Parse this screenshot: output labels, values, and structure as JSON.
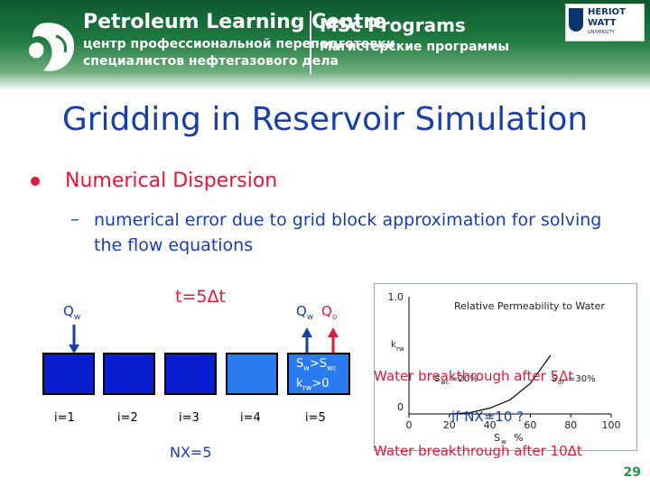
{
  "header": {
    "org_title": "Petroleum Learning Centre",
    "org_sub1": "центр профессиональной переподготовки",
    "org_sub2": "специалистов нефтегазового дела",
    "program_title": "MSc Programs",
    "program_sub": "Магистерские программы",
    "university_logo": {
      "line1": "HERIOT",
      "line2": "WATT",
      "line3": "UNIVERSITY"
    }
  },
  "slide": {
    "title": "Gridding in Reservoir Simulation",
    "bullet": "Numerical Dispersion",
    "sub_dash": "–",
    "sub_bullet": "numerical error due to grid block approximation for solving the flow equations"
  },
  "diagram": {
    "time_label": "t=5Δt",
    "q_in": "Q",
    "q_in_sub": "w",
    "q_out_w": "Q",
    "q_out_w_sub": "w",
    "q_out_o": "Q",
    "q_out_o_sub": "o",
    "cell_labels": [
      "i=1",
      "i=2",
      "i=3",
      "i=4",
      "i=5"
    ],
    "cell_colors": [
      "#0a1ecf",
      "#0a1ecf",
      "#0a1ecf",
      "#2a7bf0",
      "#2a7bf0"
    ],
    "sat_line": {
      "s": "S",
      "s_sub": "w",
      "op": ">S",
      "s2_sub": "wc"
    },
    "krw_line": {
      "k": "k",
      "k_sub": "rw",
      "op": ">0"
    },
    "nx_label": "NX=5"
  },
  "chart_data": {
    "type": "line",
    "title": "Relative Permeability to Water",
    "xlabel": "S",
    "xlabel_sub": "w",
    "xlabel_unit": "%",
    "ylabel": "k",
    "ylabel_sub": "rw",
    "xlim": [
      0,
      100
    ],
    "ylim": [
      0,
      1
    ],
    "x_ticks": [
      "0",
      "20",
      "40",
      "60",
      "80",
      "100"
    ],
    "y_ticks": [
      "0",
      "1.0"
    ],
    "annotations": [
      {
        "text": "S",
        "sub": "wc",
        "op": "=20%"
      },
      {
        "text": "S",
        "sub": "or",
        "op": "=30%"
      }
    ],
    "series": [
      {
        "x": [
          20,
          30,
          40,
          50,
          60,
          70
        ],
        "y": [
          0,
          0.01,
          0.05,
          0.12,
          0.26,
          0.5
        ]
      }
    ],
    "grid": false
  },
  "notes": {
    "breakthrough_5": "Water breakthrough after 5Δt",
    "nx10_question": "if NX=10 ?",
    "breakthrough_10": "Water breakthrough after 10Δt"
  },
  "page_number": "29",
  "colors": {
    "title_blue": "#1a3ea8",
    "accent_red": "#e0183b",
    "header_green": "#1f7a40"
  }
}
